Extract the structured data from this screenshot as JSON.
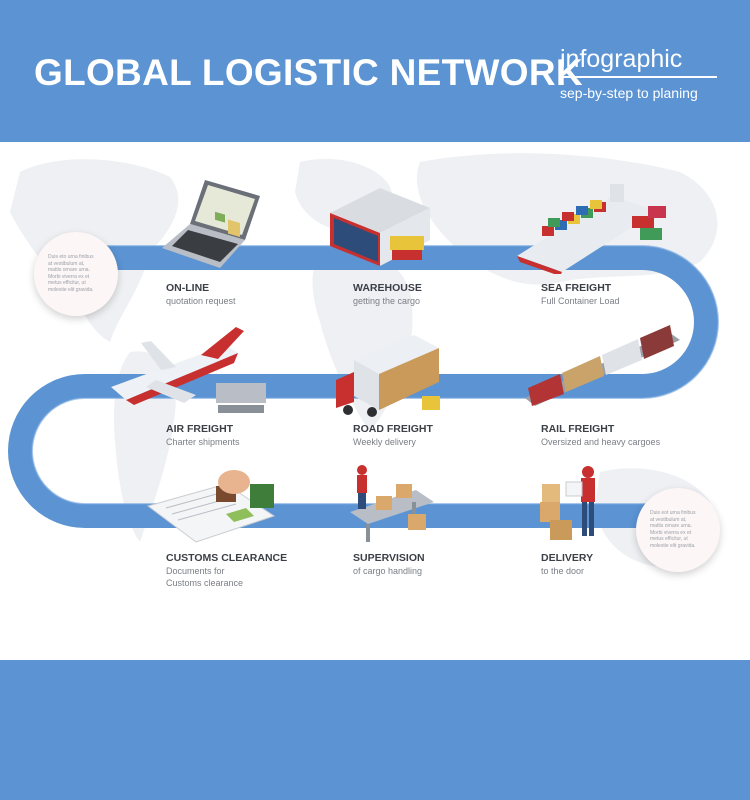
{
  "header": {
    "title": "GLOBAL LOGISTIC NETWORK",
    "subtitle": "infographic",
    "caption": "sep-by-step to planing"
  },
  "steps": [
    {
      "title": "ON-LINE",
      "desc1": "quotation request",
      "desc2": "",
      "icon": "laptop-icon"
    },
    {
      "title": "WAREHOUSE",
      "desc1": "getting the cargo",
      "desc2": "",
      "icon": "warehouse-icon"
    },
    {
      "title": "SEA FREIGHT",
      "desc1": "Full Container Load",
      "desc2": "",
      "icon": "cargo-ship-icon"
    },
    {
      "title": "AIR FREIGHT",
      "desc1": "Charter shipments",
      "desc2": "",
      "icon": "airplane-icon"
    },
    {
      "title": "ROAD FREIGHT",
      "desc1": "Weekly delivery",
      "desc2": "",
      "icon": "truck-icon"
    },
    {
      "title": "RAIL FREIGHT",
      "desc1": "Oversized and  heavy cargoes",
      "desc2": "",
      "icon": "train-icon"
    },
    {
      "title": "CUSTOMS CLEARANCE",
      "desc1": "Documents for",
      "desc2": "Customs clearance",
      "icon": "stamp-document-icon"
    },
    {
      "title": "SUPERVISION",
      "desc1": "of cargo handling",
      "desc2": "",
      "icon": "conveyor-worker-icon"
    },
    {
      "title": "DELIVERY",
      "desc1": "to the door",
      "desc2": "",
      "icon": "courier-boxes-icon"
    }
  ],
  "notes": {
    "left": "Duis eto urna finibus\nat vestibulum at,\nmattis ornare urna.\nMorbi viverra ex et\nmetus efficitur, ut\nmolestie elit gravida.",
    "right": "Duis eot urna finibus\nat vestibulum at,\nmattis ornare urna.\nMorbi viverra ex et\nmetus efficitur, ut\nmolestie elit gravida."
  },
  "colors": {
    "band": "#5b93d3",
    "road": "#5b93d3",
    "road_edge": "#4a80c2",
    "text_dark": "#3b3f46",
    "text_light": "#7a7e85",
    "map": "#eef0f3"
  }
}
